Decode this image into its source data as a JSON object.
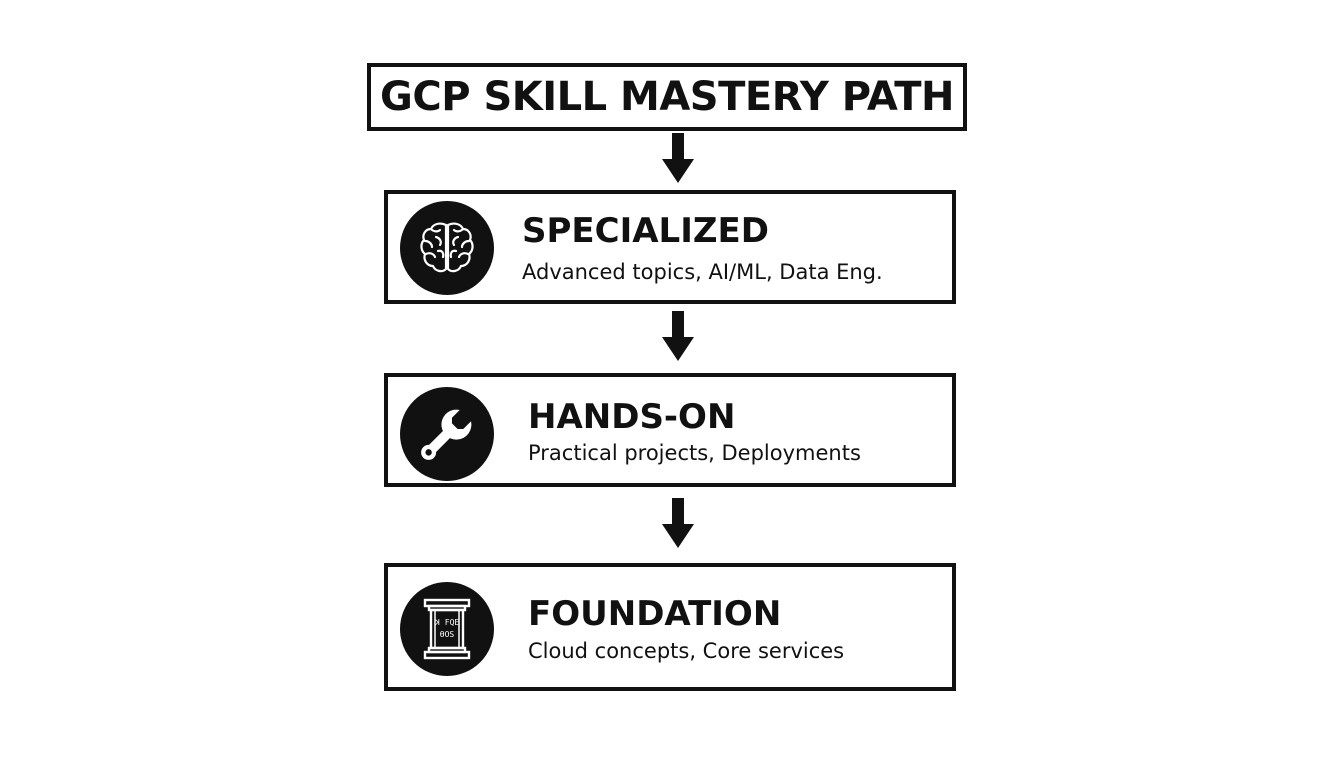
{
  "title": "GCP SKILL MASTERY PATH",
  "levels": [
    {
      "heading": "SPECIALIZED",
      "description": "Advanced topics, AI/ML, Data Eng.",
      "icon": "brain-icon"
    },
    {
      "heading": "HANDS-ON",
      "description": "Practical projects, Deployments",
      "icon": "wrench-icon"
    },
    {
      "heading": "FOUNDATION",
      "description": "Cloud concepts, Core services",
      "icon": "temple-column-icon"
    }
  ],
  "foundation_icon_glyphs": "ꓘ FQE ƟOS",
  "colors": {
    "ink": "#111111",
    "background": "#ffffff"
  }
}
